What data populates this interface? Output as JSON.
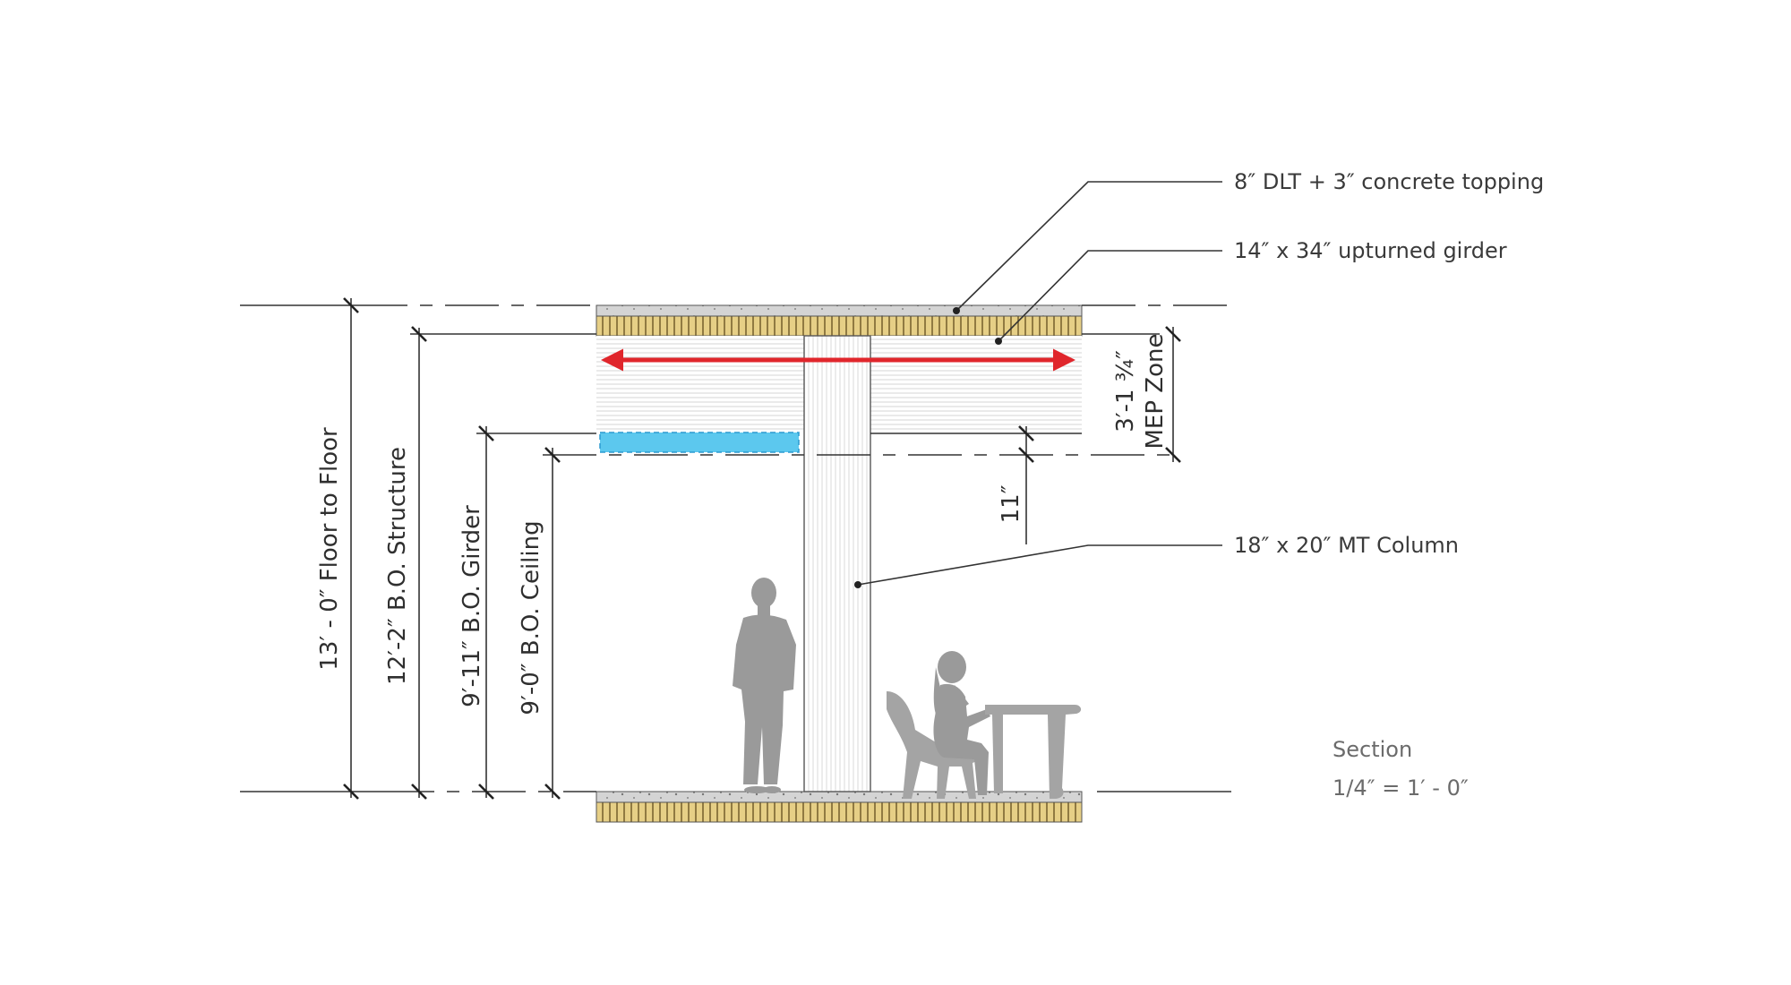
{
  "callouts": {
    "slab": "8″ DLT + 3″ concrete topping",
    "girder": "14″ x 34″ upturned girder",
    "column": "18″ x 20″ MT Column"
  },
  "dimensions": {
    "floor_to_floor": "13′ - 0″ Floor to Floor",
    "bo_structure": "12′-2″ B.O. Structure",
    "bo_girder": "9′-11″ B.O. Girder",
    "bo_ceiling": "9′-0″ B.O. Ceiling",
    "mep_value": "3′-1 ¾″",
    "mep_label": "MEP Zone",
    "gap": "11″"
  },
  "caption": {
    "title": "Section",
    "scale": "1/4″ = 1′ - 0″"
  },
  "colors": {
    "mep_arrow": "#e0262c",
    "ceiling_duct": "#5cc8ee",
    "dlt_wood": "#e6cf86",
    "figure": "#9a9a9a"
  },
  "icons": [
    "standing-person-icon",
    "seated-person-icon",
    "chair-icon",
    "table-icon"
  ]
}
